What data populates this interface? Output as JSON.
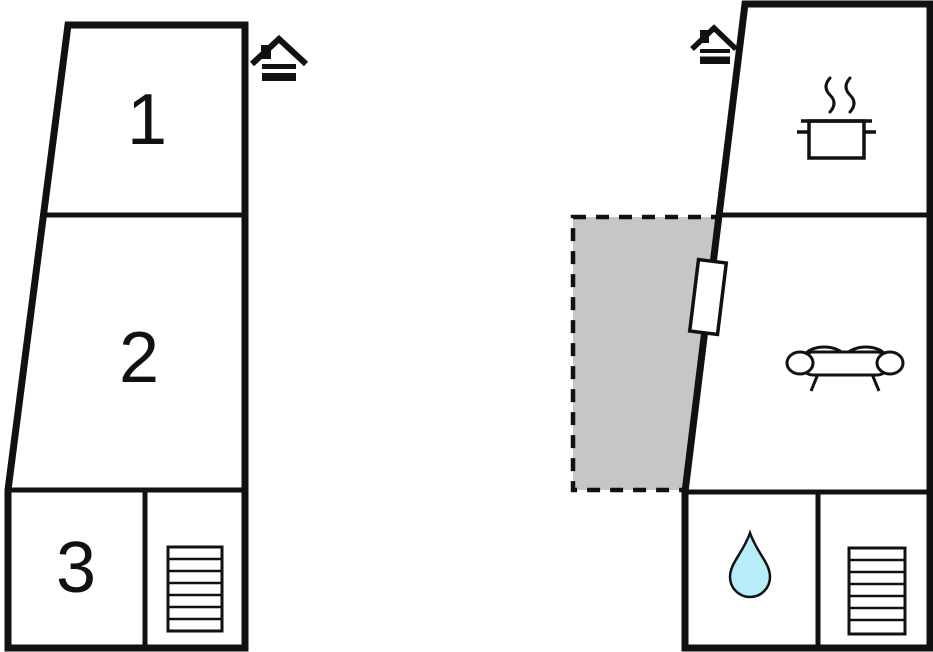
{
  "palette": {
    "wall": "#111111",
    "terrace_fill": "#c6c6c6",
    "drop_fill": "#b7edf8",
    "background": "#ffffff"
  },
  "left_plan": {
    "rooms": [
      {
        "label": "1"
      },
      {
        "label": "2"
      },
      {
        "label": "3"
      }
    ],
    "icons": [
      "house-icon",
      "stairs-icon"
    ]
  },
  "right_plan": {
    "icons": [
      "house-icon",
      "steam-pot-icon",
      "sofa-icon",
      "water-drop-icon",
      "stairs-icon"
    ],
    "features": [
      "terrace-dashed-area",
      "door-opening"
    ]
  }
}
